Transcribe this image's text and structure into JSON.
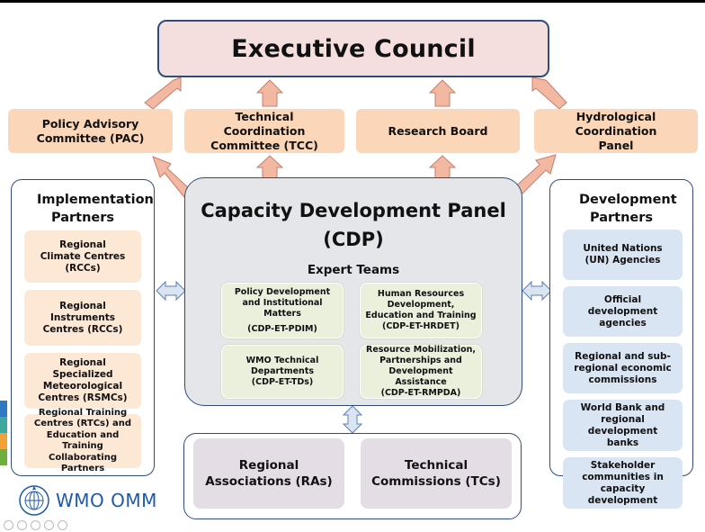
{
  "executive": {
    "label": "Executive Council"
  },
  "committees": [
    {
      "label": "Policy Advisory Committee (PAC)"
    },
    {
      "label": "Technical Coordination Committee (TCC)"
    },
    {
      "label": "Research Board"
    },
    {
      "label": "Hydrological Coordination Panel"
    }
  ],
  "implementation": {
    "title": "Implementation Partners",
    "items": [
      "Regional Climate Centres (RCCs)",
      "Regional Instruments Centres (RCCs)",
      "Regional Specialized Meteorological Centres (RSMCs)",
      "Regional Training Centres (RTCs) and Education and Training Collaborating Partners"
    ]
  },
  "development": {
    "title": "Development Partners",
    "items": [
      "United Nations (UN) Agencies",
      "Official development agencies",
      "Regional and sub-regional economic commissions",
      "World Bank and regional development banks",
      "Stakeholder communities in capacity development"
    ]
  },
  "cdp": {
    "title_line1": "Capacity Development Panel",
    "title_line2": "(CDP)",
    "expert_title": "Expert Teams",
    "teams": [
      {
        "name": "Policy Development and Institutional Matters",
        "code": "(CDP-ET-PDIM)"
      },
      {
        "name": "Human Resources Development, Education and Training",
        "code": "(CDP-ET-HRDET)"
      },
      {
        "name": "WMO Technical Departments",
        "code": "(CDP-ET-TDs)"
      },
      {
        "name": "Resource Mobilization, Partnerships and Development Assistance",
        "code": "(CDP-ET-RMPDA)"
      }
    ]
  },
  "associations": [
    {
      "label": "Regional Associations (RAs)"
    },
    {
      "label": "Technical Commissions (TCs)"
    }
  ],
  "logo": {
    "text": "WMO OMM"
  },
  "colors": {
    "border": "#2f4d7c",
    "arrow_fill": "#f2b8a2",
    "arrow_stroke": "#c97c6c",
    "double_arrow_fill": "#dbe4f1"
  }
}
